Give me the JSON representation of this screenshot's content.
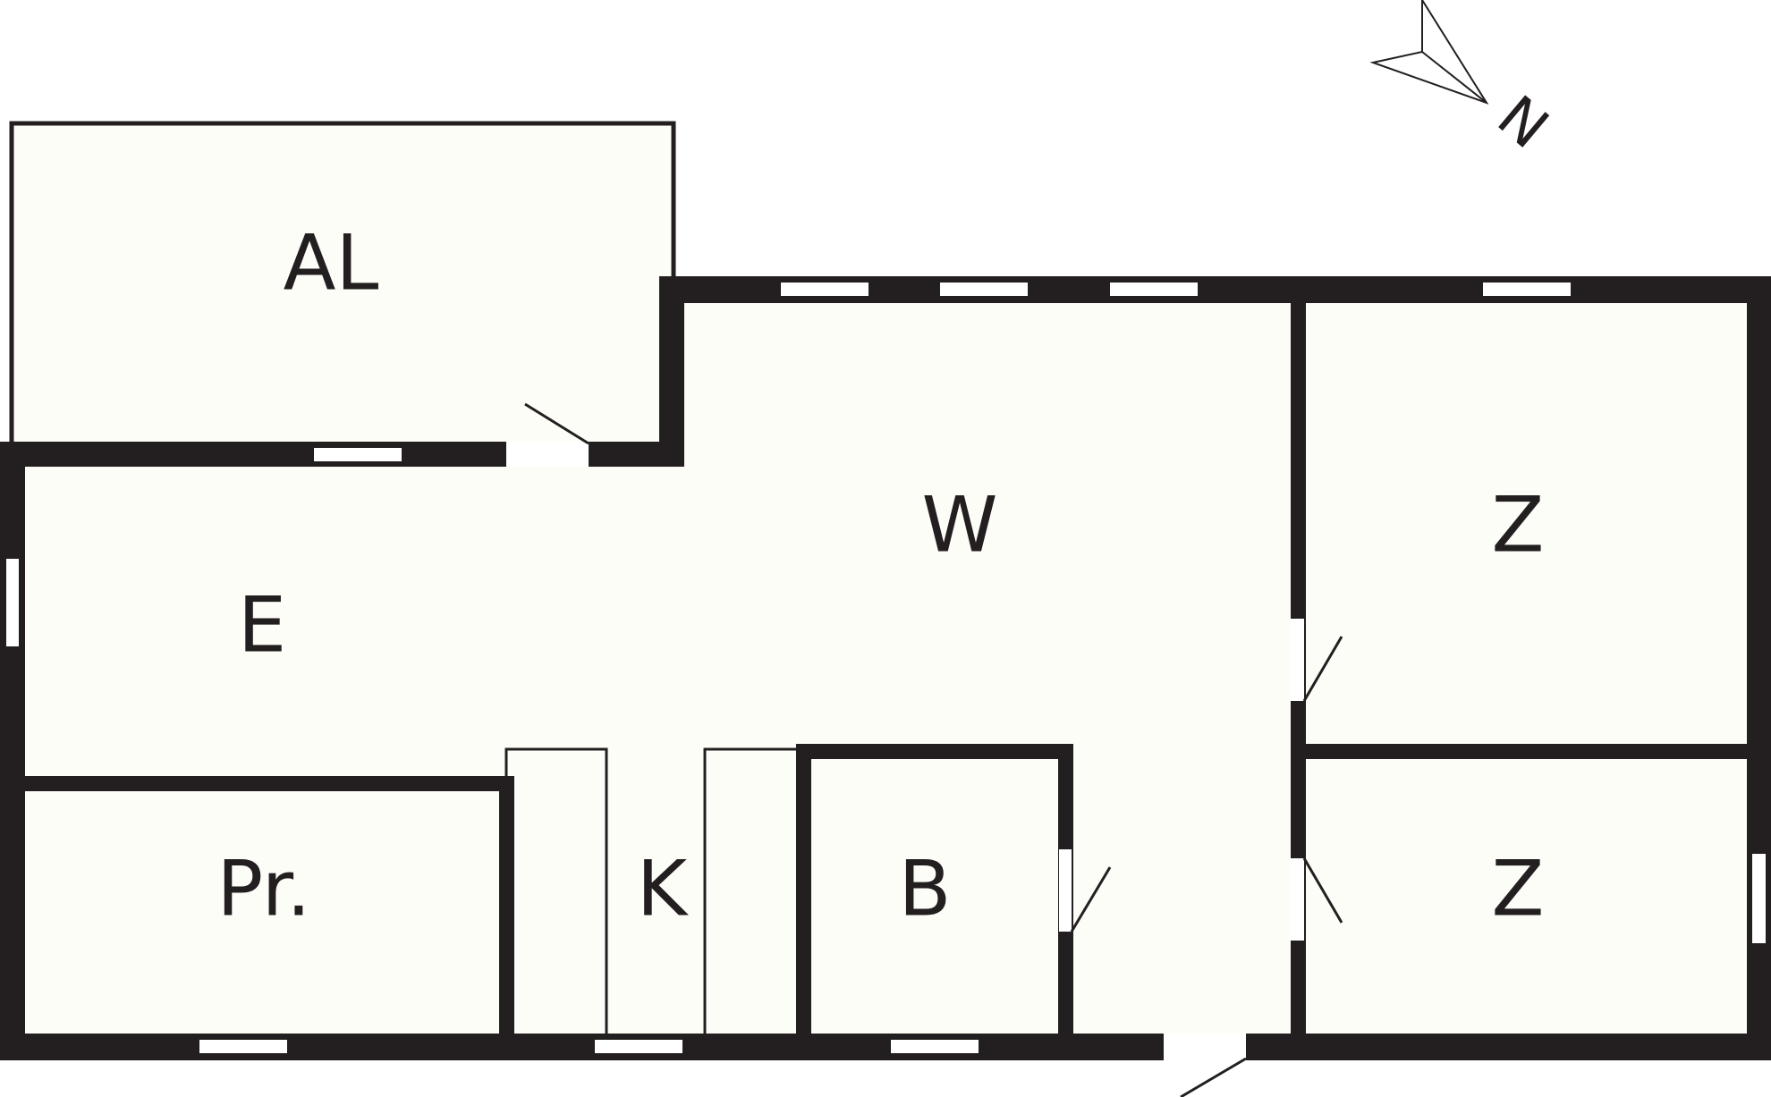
{
  "rooms": {
    "al": "AL",
    "w": "W",
    "e": "E",
    "z_upper": "Z",
    "z_lower": "Z",
    "pr": "Pr.",
    "k": "K",
    "b": "B"
  },
  "compass": {
    "label": "N",
    "icon": "north-arrow-icon"
  },
  "colors": {
    "wall": "#231f20",
    "floor": "#fdfdf8",
    "window": "#ffffff"
  }
}
